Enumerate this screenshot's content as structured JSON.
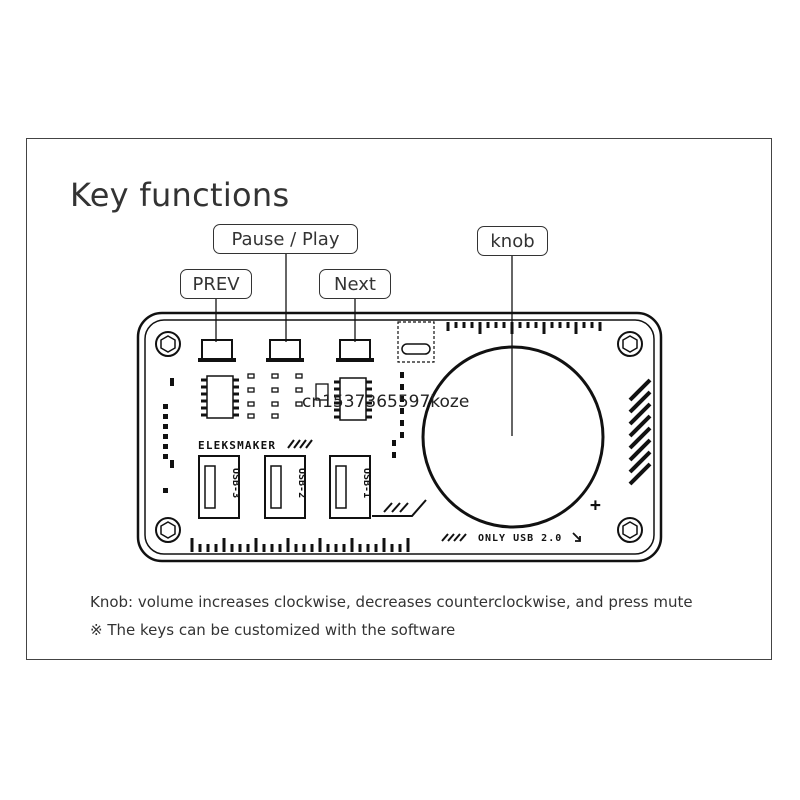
{
  "heading": "Key functions",
  "callouts": {
    "prev": "PREV",
    "pause_play": "Pause / Play",
    "next": "Next",
    "knob": "knob"
  },
  "board": {
    "brand": "ELEKSMAKER",
    "usb_ports": [
      "USB-3",
      "USB-2",
      "USB-1"
    ],
    "only_usb": "ONLY USB 2.0",
    "plus": "+"
  },
  "watermark": "cn1537365597koze",
  "notes": {
    "knob": "Knob: volume increases clockwise, decreases counterclockwise, and press mute",
    "customize": "※ The keys can be customized with the software"
  }
}
